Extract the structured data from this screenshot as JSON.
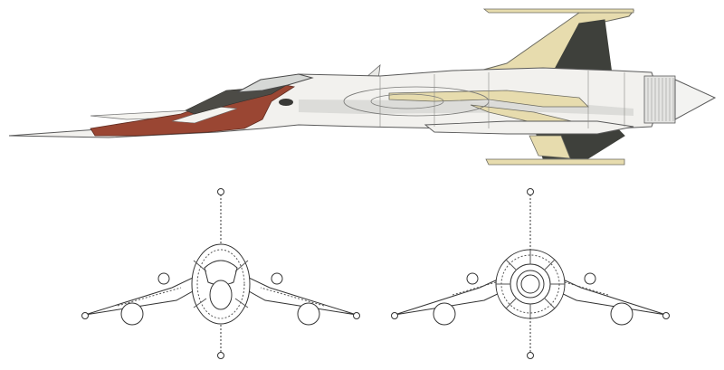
{
  "figures": [
    {
      "id": "side-view",
      "icon": "spacecraft-side-profile-icon"
    },
    {
      "id": "front-view",
      "icon": "spacecraft-front-lineart-icon"
    },
    {
      "id": "rear-view",
      "icon": "spacecraft-rear-lineart-icon"
    }
  ],
  "colors": {
    "background": "#ffffff",
    "hull": "#f2f1ee",
    "hull_shade": "#d8d9d6",
    "accent_red": "#9a4633",
    "accent_dark": "#4c4b46",
    "fin_tan": "#e7dcae",
    "fin_dark": "#3e403b",
    "outline": "#5a5a5a",
    "lineart": "#333333"
  }
}
